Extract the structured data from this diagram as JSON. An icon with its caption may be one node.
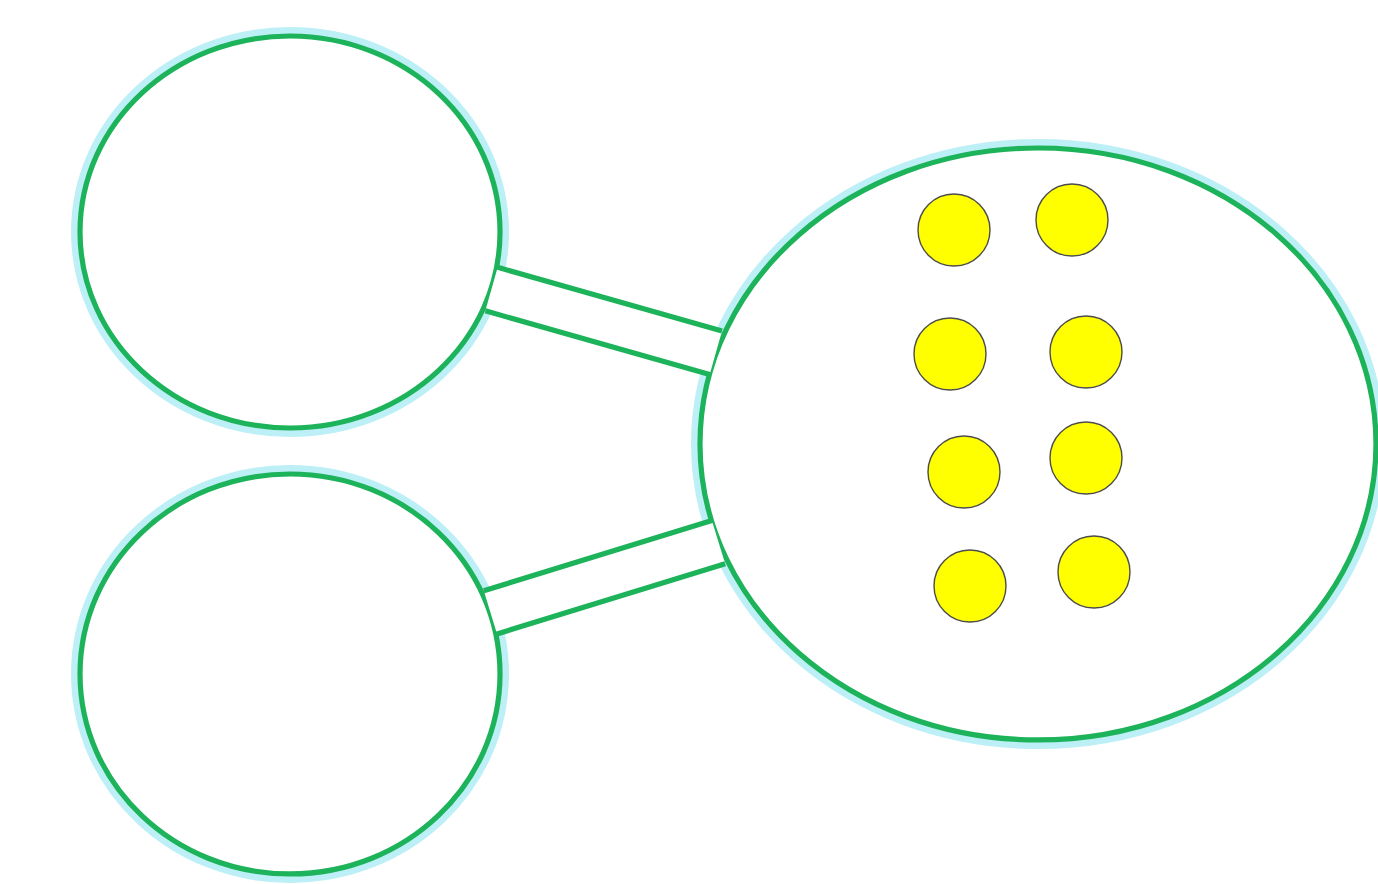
{
  "diagram": {
    "nodes": [
      {
        "text": [],
        "shape": "circle"
      },
      {
        "text": [],
        "shape": "circle"
      },
      {
        "text": [],
        "shape": "circle"
      },
      {
        "text": [],
        "shape": "circle",
        "in": 2
      },
      {
        "text": [],
        "shape": "circle",
        "in": 2
      },
      {
        "text": [],
        "shape": "circle",
        "in": 2
      },
      {
        "text": [],
        "shape": "circle",
        "in": 2
      },
      {
        "text": [],
        "shape": "circle",
        "in": 2
      },
      {
        "text": [],
        "shape": "circle",
        "in": 2
      },
      {
        "text": [],
        "shape": "circle",
        "in": 2
      },
      {
        "text": [],
        "shape": "circle",
        "in": 2
      }
    ],
    "edges": [
      {
        "from": 0,
        "to": 2,
        "arrow": "none"
      },
      {
        "from": 1,
        "to": 2,
        "arrow": "none"
      }
    ]
  }
}
